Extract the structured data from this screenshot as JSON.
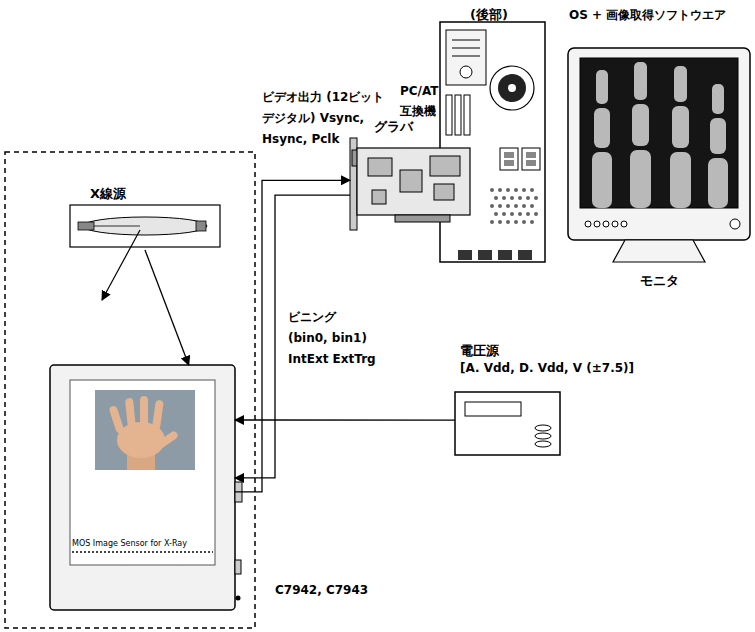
{
  "diagram": {
    "nodes": [
      {
        "text": [
          "(後部)",
          "PC/AT 互換機"
        ]
      },
      {
        "text": [
          "グラバ"
        ]
      },
      {
        "text": [
          "OS + 画像取得ソフトウエア",
          "モニタ"
        ]
      },
      {
        "text": [
          "X線源"
        ]
      },
      {
        "text": [
          "MOS Image Sensor for X-Ray",
          "C7942, C7943"
        ]
      },
      {
        "text": [
          "電圧源",
          "[A. Vdd, D. Vdd, V (±7.5)]"
        ]
      }
    ],
    "edges": [
      {
        "from": 4,
        "to": 1,
        "arrow": "to",
        "label": "ビデオ出力 (12ビットデジタル) Vsync, Hsync, Pclk"
      },
      {
        "from": 1,
        "to": 4,
        "arrow": "to",
        "label": "ビニング (bin0, bin1) IntExt ExtTrg"
      },
      {
        "from": 5,
        "to": 4,
        "arrow": "to"
      },
      {
        "from": 3,
        "to": 4,
        "arrow": "to"
      }
    ]
  }
}
